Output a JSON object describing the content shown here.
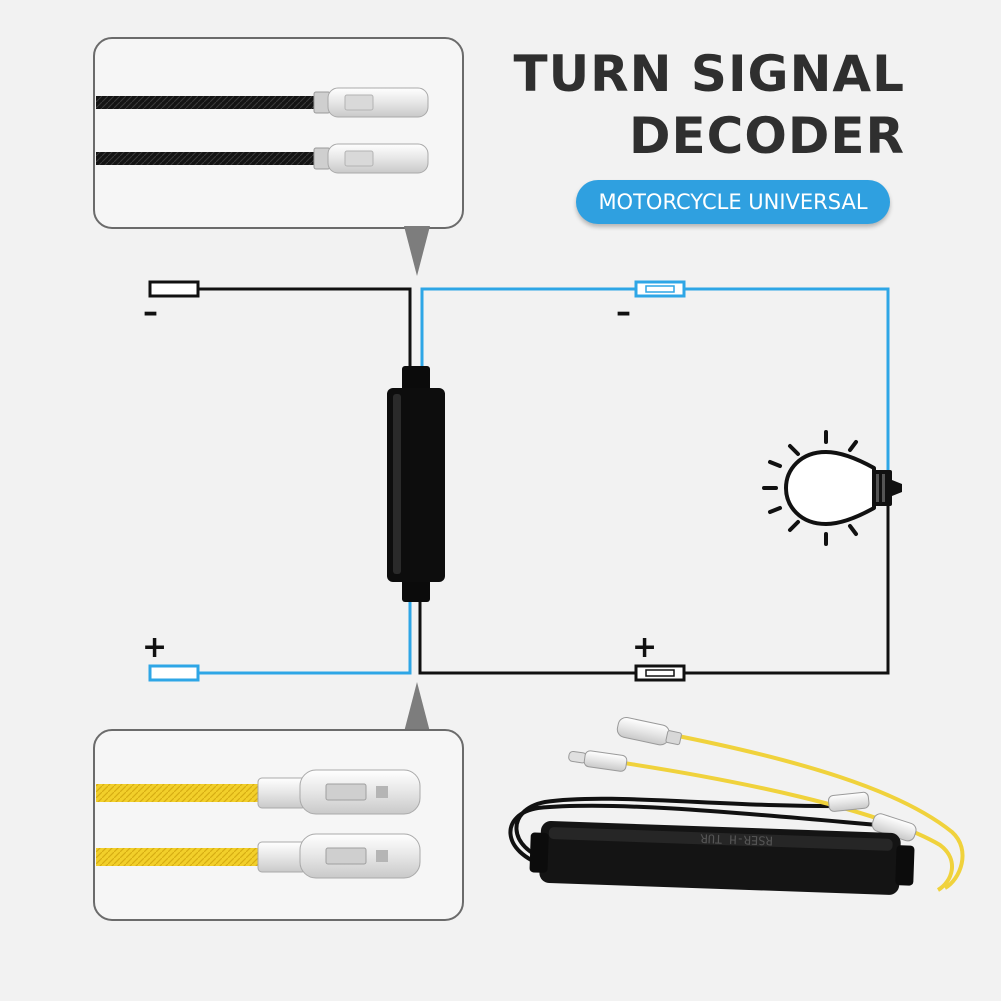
{
  "title": {
    "line1": "TURN SIGNAL",
    "line2": "DECODER"
  },
  "subtitle": "MOTORCYCLE UNIVERSAL",
  "terminals": {
    "left_negative": "–",
    "right_negative": "–",
    "left_positive": "+",
    "right_positive": "+"
  },
  "module_label": "RSER-H TUR",
  "colors": {
    "background": "#f2f2f2",
    "title": "#2f2f2f",
    "badge": "#2fa0e0",
    "wire_black": "#111111",
    "wire_blue": "#2ea6e6",
    "wire_yellow": "#f0d23c"
  },
  "icons": [
    "bulb-icon",
    "connector-icon"
  ]
}
